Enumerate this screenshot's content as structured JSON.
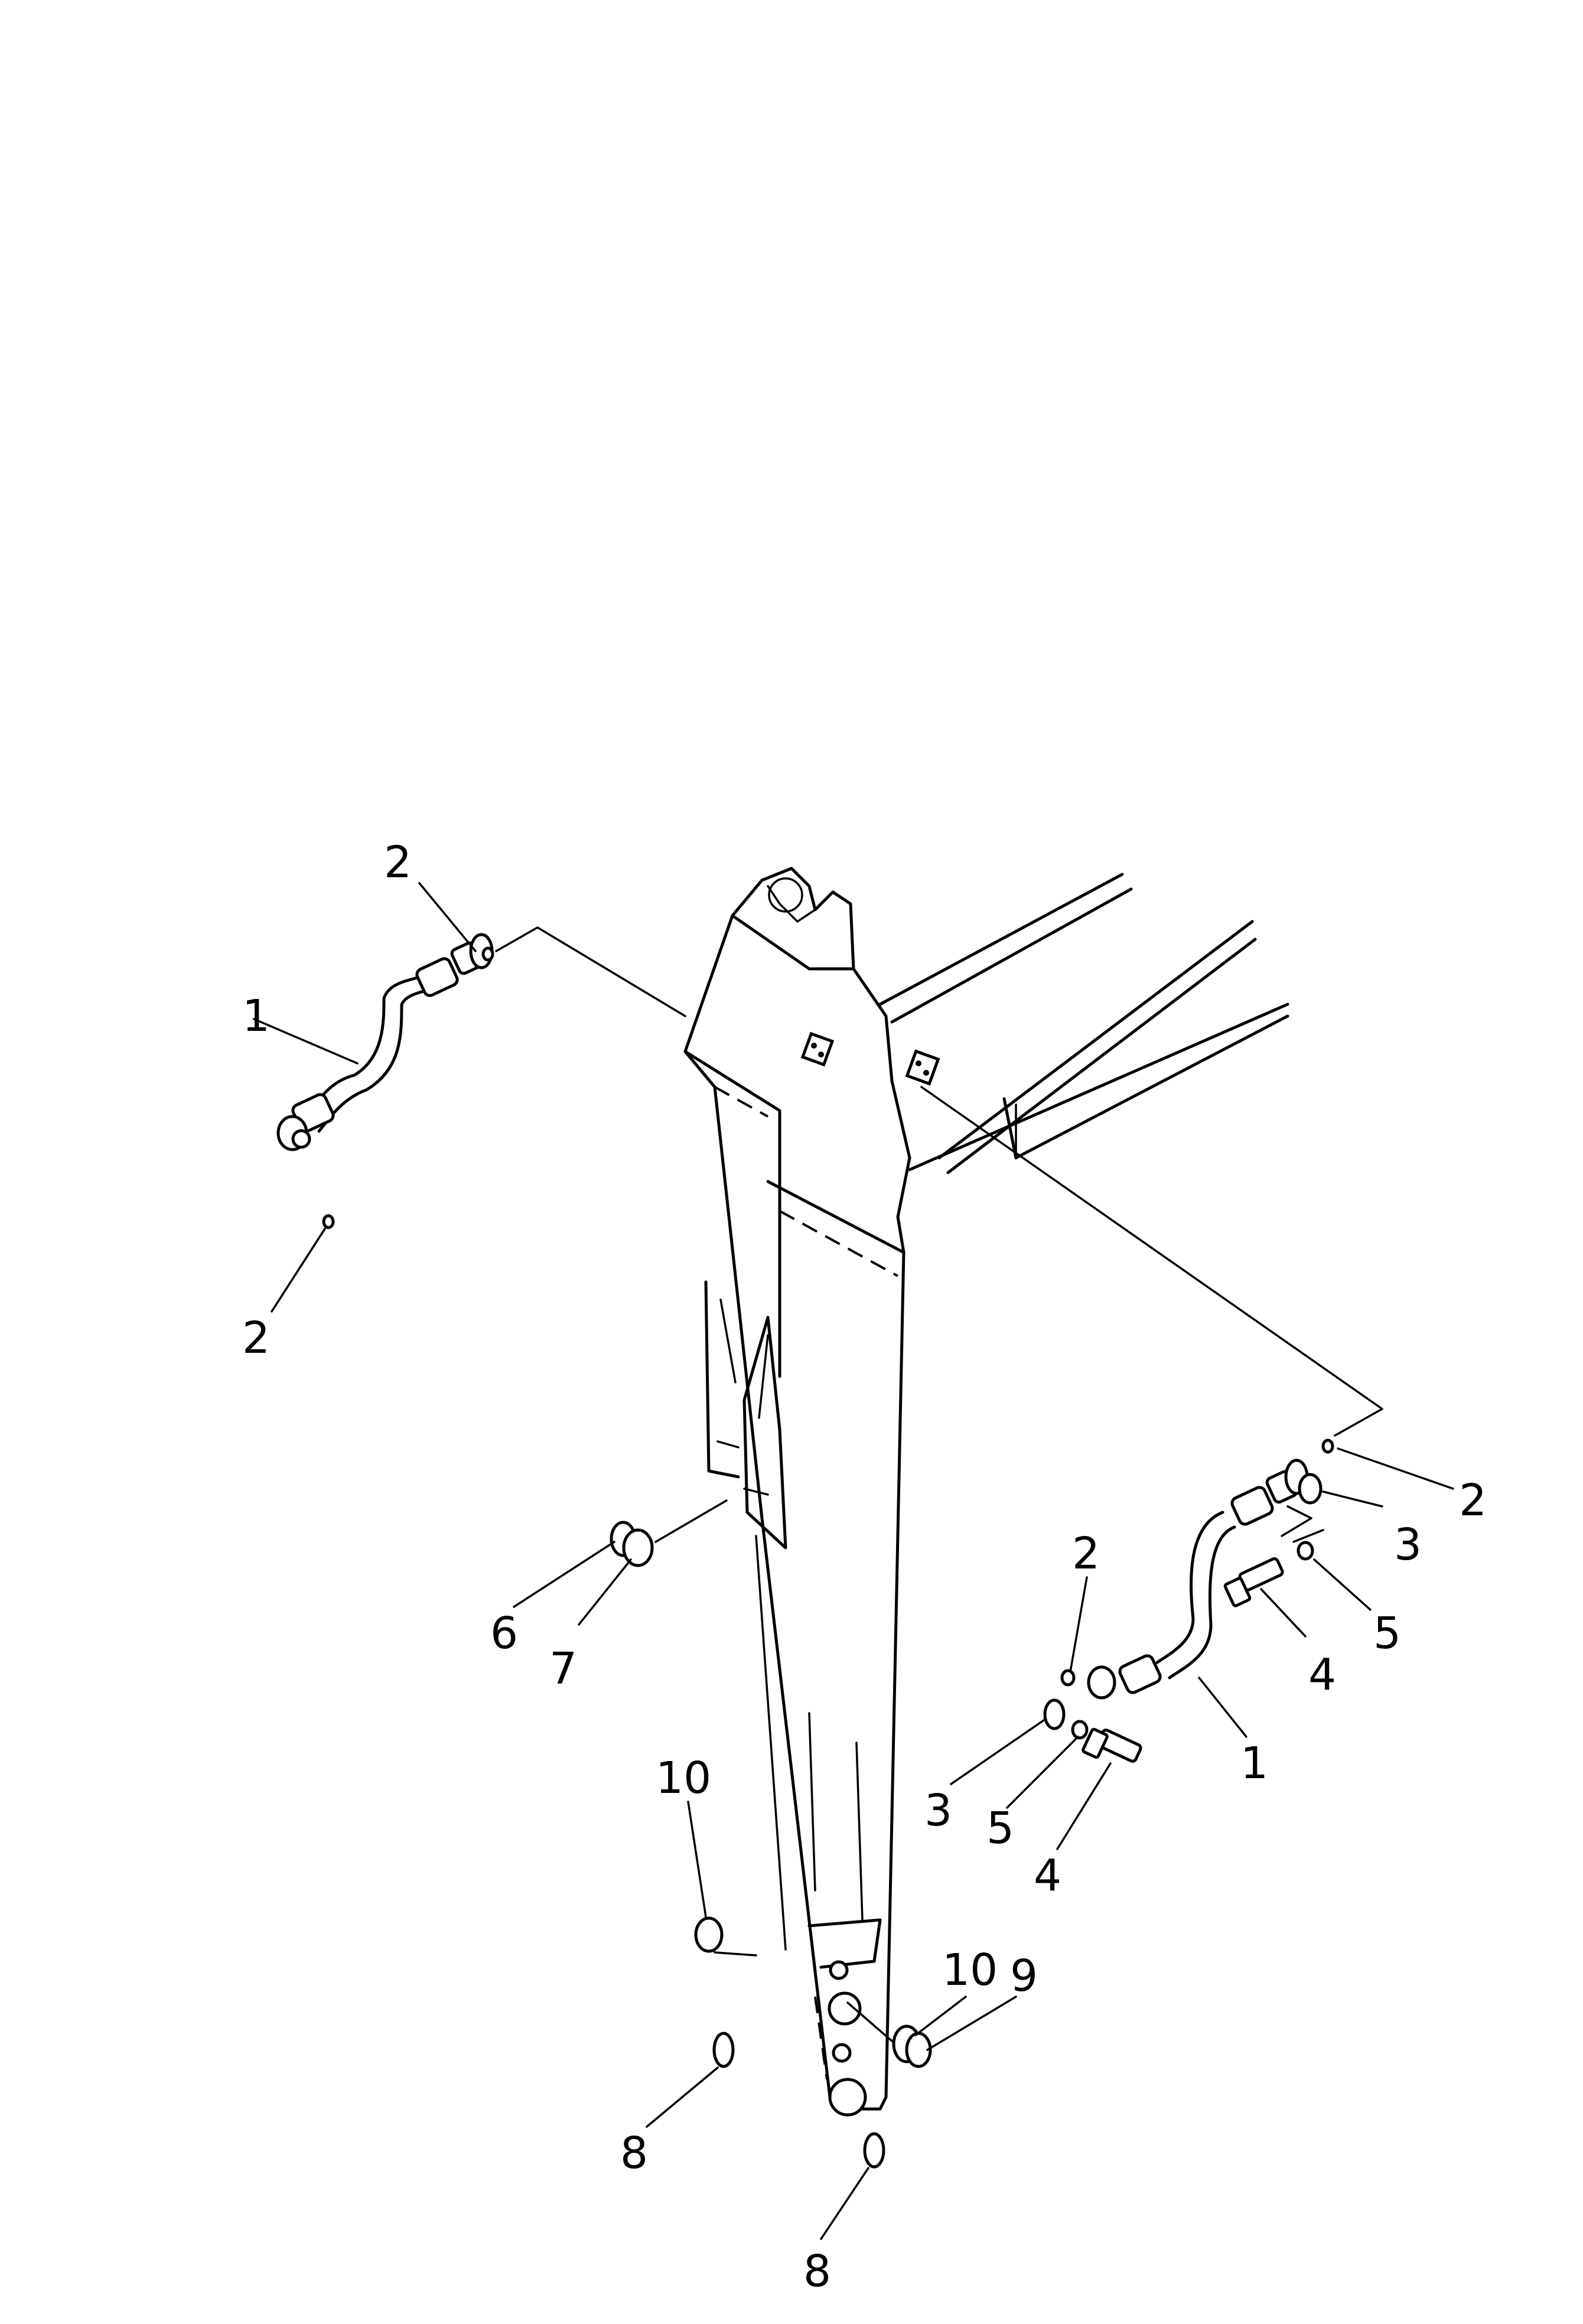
{
  "callouts": [
    {
      "id": "c-2-top-left",
      "label": "2"
    },
    {
      "id": "c-1-left",
      "label": "1"
    },
    {
      "id": "c-2-left-bottom",
      "label": "2"
    },
    {
      "id": "c-6",
      "label": "6"
    },
    {
      "id": "c-7",
      "label": "7"
    },
    {
      "id": "c-2-right-top",
      "label": "2"
    },
    {
      "id": "c-3-right-top",
      "label": "3"
    },
    {
      "id": "c-5-right-top",
      "label": "5"
    },
    {
      "id": "c-4-right-top",
      "label": "4"
    },
    {
      "id": "c-1-right",
      "label": "1"
    },
    {
      "id": "c-2-right-mid",
      "label": "2"
    },
    {
      "id": "c-3-right-mid",
      "label": "3"
    },
    {
      "id": "c-5-right-mid",
      "label": "5"
    },
    {
      "id": "c-4-right-mid",
      "label": "4"
    },
    {
      "id": "c-10-left",
      "label": "10"
    },
    {
      "id": "c-10-right",
      "label": "10"
    },
    {
      "id": "c-9",
      "label": "9"
    },
    {
      "id": "c-8-left",
      "label": "8"
    },
    {
      "id": "c-8-bottom",
      "label": "8"
    }
  ]
}
